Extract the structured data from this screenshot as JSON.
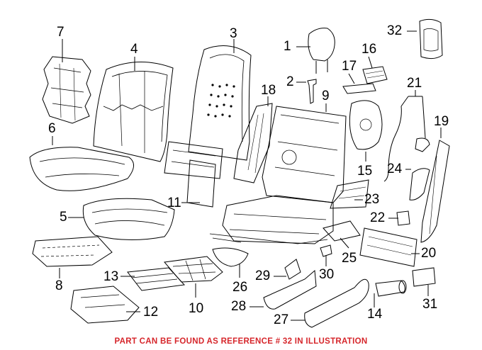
{
  "diagram": {
    "callouts": [
      "1",
      "2",
      "3",
      "4",
      "5",
      "6",
      "7",
      "8",
      "9",
      "10",
      "11",
      "12",
      "13",
      "14",
      "15",
      "16",
      "17",
      "18",
      "19",
      "20",
      "21",
      "22",
      "23",
      "24",
      "25",
      "26",
      "27",
      "28",
      "29",
      "30",
      "31",
      "32"
    ],
    "footer_note": "PART CAN BE FOUND AS REFERENCE # 32 IN ILLUSTRATION",
    "colors": {
      "line": "#000000",
      "footer": "#d6262b"
    }
  }
}
